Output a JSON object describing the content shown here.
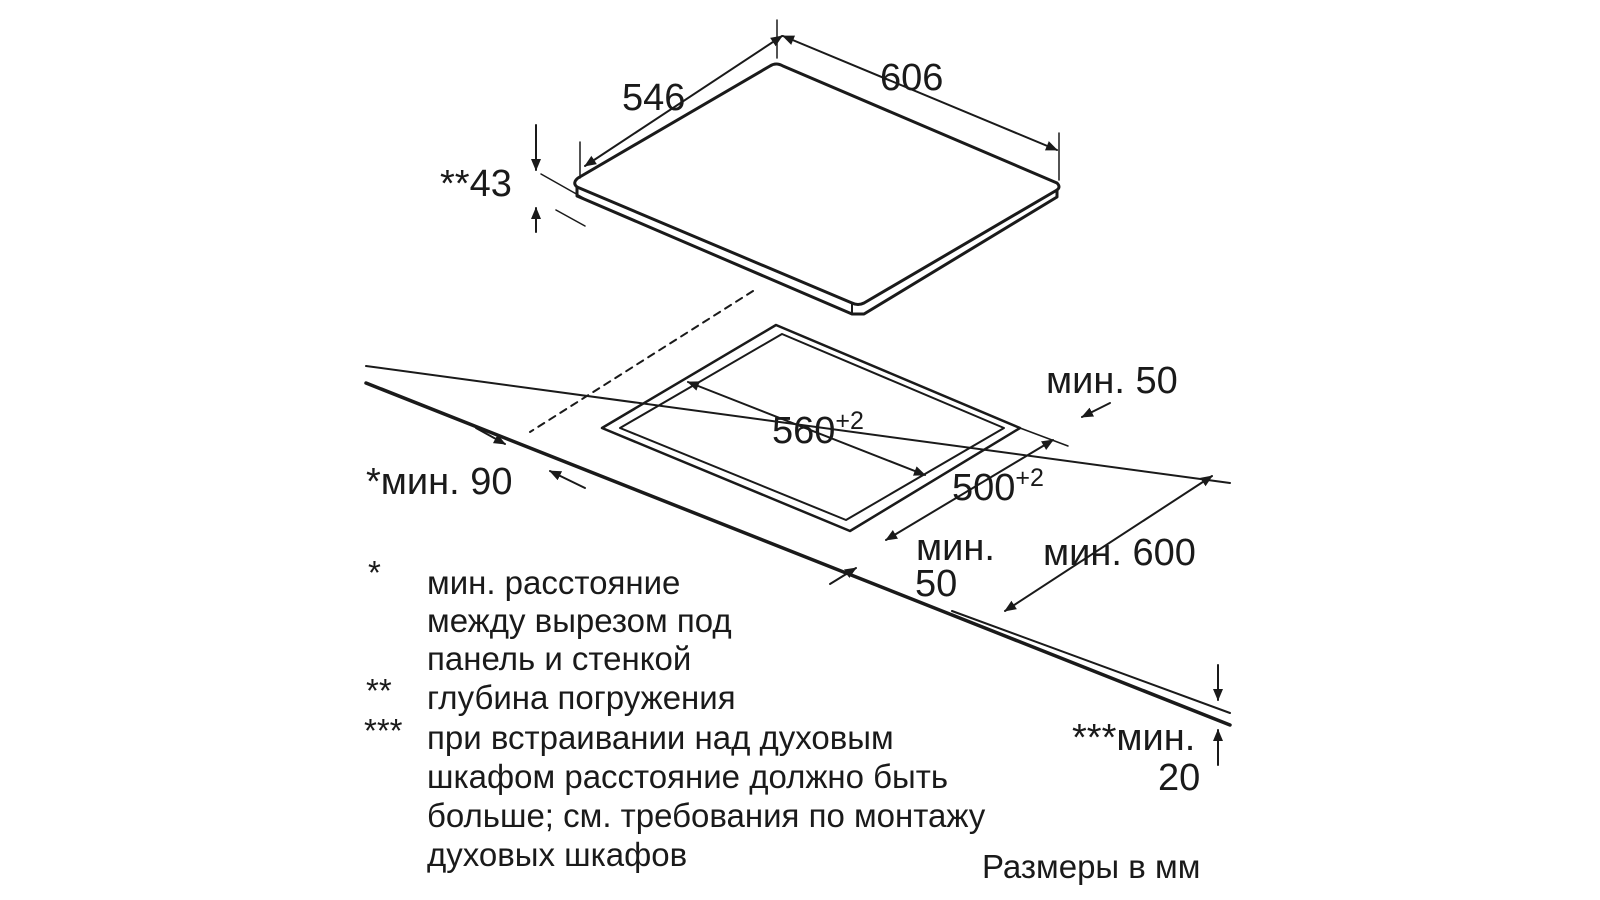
{
  "colors": {
    "line": "#1a1a1a",
    "background": "#ffffff"
  },
  "hob": {
    "width": "606",
    "depth": "546",
    "immersion_depth": "**43"
  },
  "cutout": {
    "width": "560",
    "width_tolerance": "+2",
    "depth": "500",
    "depth_tolerance": "+2"
  },
  "clearances": {
    "rear": "мин. 50",
    "front_line1": "мин.",
    "front_line2": "50",
    "side_wall": "*мин. 90",
    "cabinet": "мин. 600",
    "below_line1": "***мин.",
    "below_line2": "20"
  },
  "notes": [
    {
      "marker": "*",
      "lines": [
        "мин. расстояние",
        "между вырезом под",
        "панель и стенкой"
      ]
    },
    {
      "marker": "**",
      "lines": [
        "глубина погружения"
      ]
    },
    {
      "marker": "***",
      "lines": [
        "при встраивании над духовым",
        "шкафом расстояние должно быть",
        "больше; см. требования по монтажу",
        "духовых шкафов"
      ]
    }
  ],
  "units_caption": "Размеры в мм"
}
